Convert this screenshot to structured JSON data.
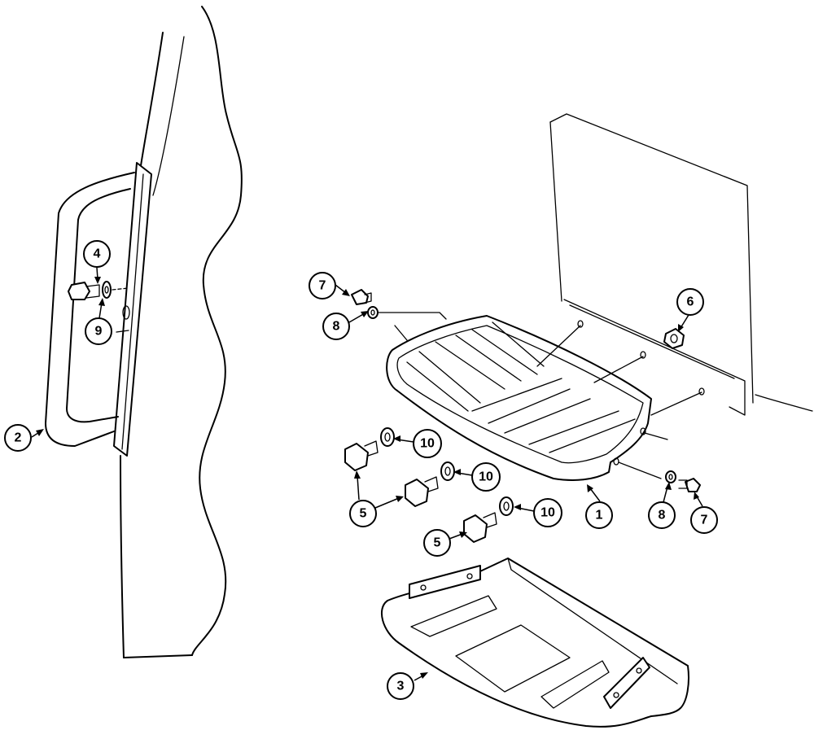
{
  "callouts": [
    {
      "id": "c2",
      "label": "2"
    },
    {
      "id": "c4",
      "label": "4"
    },
    {
      "id": "c9",
      "label": "9"
    },
    {
      "id": "c7a",
      "label": "7"
    },
    {
      "id": "c8a",
      "label": "8"
    },
    {
      "id": "c6",
      "label": "6"
    },
    {
      "id": "c10a",
      "label": "10"
    },
    {
      "id": "c10b",
      "label": "10"
    },
    {
      "id": "c10c",
      "label": "10"
    },
    {
      "id": "c5a",
      "label": "5"
    },
    {
      "id": "c5b",
      "label": "5"
    },
    {
      "id": "c1",
      "label": "1"
    },
    {
      "id": "c8b",
      "label": "8"
    },
    {
      "id": "c7b",
      "label": "7"
    },
    {
      "id": "c3",
      "label": "3"
    }
  ]
}
